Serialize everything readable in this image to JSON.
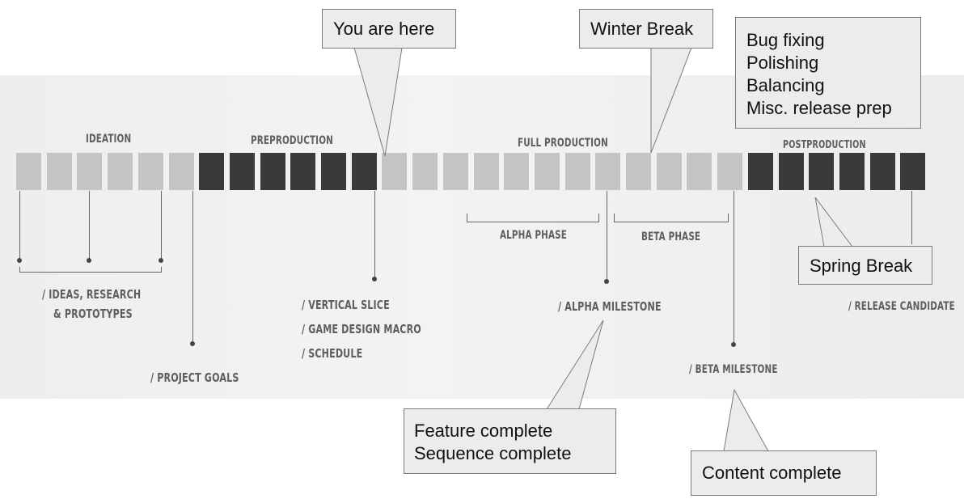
{
  "colors": {
    "light_cell": "#c4c4c4",
    "dark_cell": "#3a3a3a",
    "callout_fill": "#ececec",
    "callout_border": "#7a7a7a"
  },
  "timeline": {
    "cells": [
      "light",
      "light",
      "light",
      "light",
      "light",
      "light",
      "dark",
      "dark",
      "dark",
      "dark",
      "dark",
      "dark",
      "light",
      "light",
      "light",
      "light",
      "light",
      "light",
      "light",
      "light",
      "light",
      "light",
      "light",
      "light",
      "dark",
      "dark",
      "dark",
      "dark",
      "dark",
      "dark"
    ]
  },
  "phases": {
    "ideation": "IDEATION",
    "preproduction": "PREPRODUCTION",
    "full_production": "FULL PRODUCTION",
    "postproduction": "POSTPRODUCTION",
    "alpha_phase": "ALPHA PHASE",
    "beta_phase": "BETA PHASE"
  },
  "milestones": {
    "ideas_research": [
      "/ IDEAS, RESEARCH",
      "& PROTOTYPES"
    ],
    "project_goals": "/ PROJECT GOALS",
    "vertical_slice": "/ VERTICAL SLICE",
    "game_design_macro": "/ GAME DESIGN MACRO",
    "schedule": "/ SCHEDULE",
    "alpha_milestone": "/ ALPHA MILESTONE",
    "beta_milestone": "/ BETA MILESTONE",
    "release_candidate": "/ RELEASE CANDIDATE"
  },
  "callouts": {
    "you_are_here": "You are here",
    "winter_break": "Winter Break",
    "post_tasks": [
      "Bug fixing",
      "Polishing",
      "Balancing",
      "Misc. release prep"
    ],
    "spring_break": "Spring Break",
    "alpha_complete": [
      "Feature complete",
      "Sequence complete"
    ],
    "content_complete": "Content complete"
  }
}
